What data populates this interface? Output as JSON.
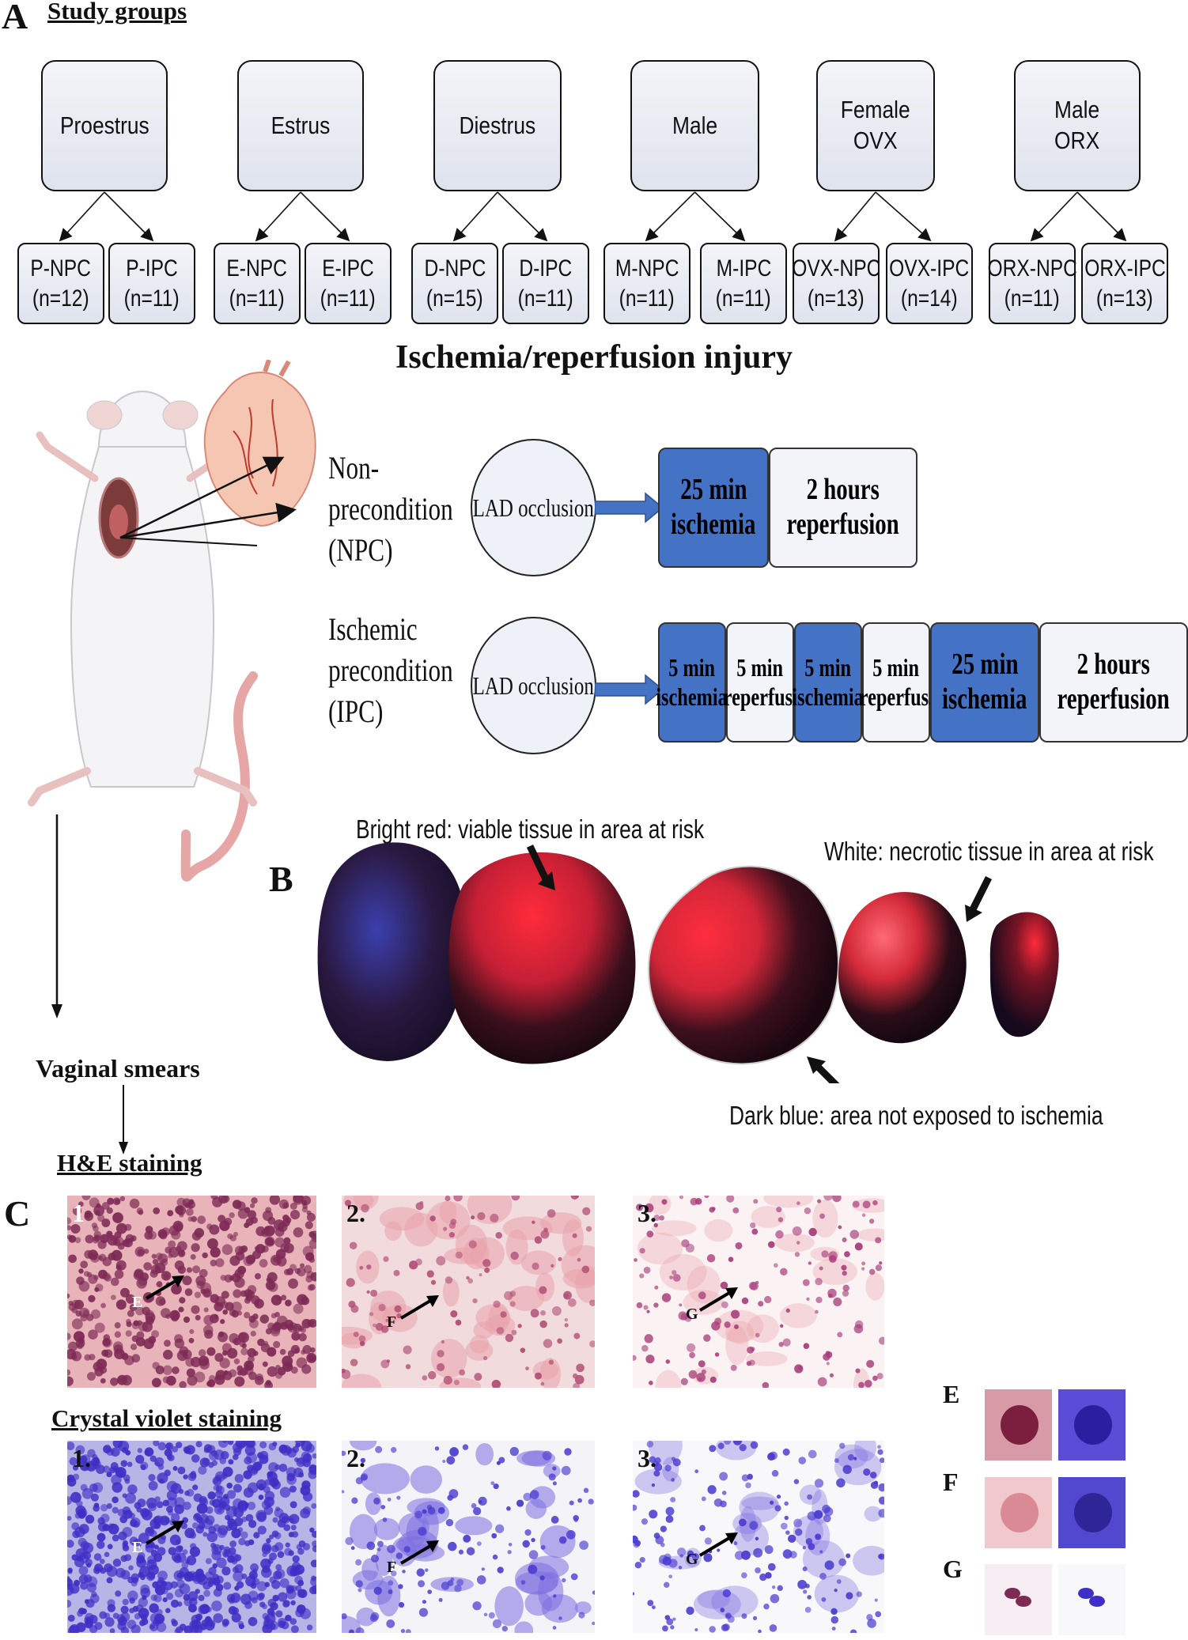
{
  "panelA": {
    "letter": "A",
    "heading": "Study groups",
    "groups": [
      {
        "label": "Proestrus",
        "subgroups": [
          {
            "name": "P-NPC",
            "n": "(n=12)"
          },
          {
            "name": "P-IPC",
            "n": "(n=11)"
          }
        ]
      },
      {
        "label": "Estrus",
        "subgroups": [
          {
            "name": "E-NPC",
            "n": "(n=11)"
          },
          {
            "name": "E-IPC",
            "n": "(n=11)"
          }
        ]
      },
      {
        "label": "Diestrus",
        "subgroups": [
          {
            "name": "D-NPC",
            "n": "(n=15)"
          },
          {
            "name": "D-IPC",
            "n": "(n=11)"
          }
        ]
      },
      {
        "label": "Male",
        "subgroups": [
          {
            "name": "M-NPC",
            "n": "(n=11)"
          },
          {
            "name": "M-IPC",
            "n": "(n=11)"
          }
        ]
      },
      {
        "label": "Female\nOVX",
        "subgroups": [
          {
            "name": "OVX-NPC",
            "n": "(n=13)"
          },
          {
            "name": "OVX-IPC",
            "n": "(n=14)"
          }
        ]
      },
      {
        "label": "Male\nORX",
        "subgroups": [
          {
            "name": "ORX-NPC",
            "n": "(n=11)"
          },
          {
            "name": "ORX-IPC",
            "n": "(n=13)"
          }
        ]
      }
    ],
    "ir_title": "Ischemia/reperfusion injury",
    "npc": {
      "label": [
        "Non-",
        "precondition",
        "(NPC)"
      ],
      "occlusion": "LAD occlusion",
      "segments": [
        {
          "text": "25 min\nischemia",
          "kind": "ischemia"
        },
        {
          "text": "2 hours\nreperfusion",
          "kind": "reperfusion"
        }
      ]
    },
    "ipc": {
      "label": [
        "Ischemic",
        "precondition",
        "(IPC)"
      ],
      "occlusion": "LAD occlusion",
      "segments": [
        {
          "text": "5 min\nischemia",
          "kind": "ischemia"
        },
        {
          "text": "5 min\nreperfus.",
          "kind": "reperfusion"
        },
        {
          "text": "5 min\nischemia",
          "kind": "ischemia"
        },
        {
          "text": "5 min\nreperfus.",
          "kind": "reperfusion"
        },
        {
          "text": "25 min\nischemia",
          "kind": "ischemia"
        },
        {
          "text": "2 hours\nreperfusion",
          "kind": "reperfusion"
        }
      ]
    },
    "vaginal_smears": "Vaginal smears",
    "he_heading": "H&E staining"
  },
  "panelB": {
    "letter": "B",
    "notes": {
      "bright_red": "Bright red: viable tissue in area at risk",
      "white": "White: necrotic tissue in area at risk",
      "dark_blue": "Dark blue: area not exposed to ischemia"
    }
  },
  "panelC": {
    "letter": "C",
    "crystal_heading": "Crystal violet staining",
    "he_images": [
      {
        "num": "1",
        "cell": "E"
      },
      {
        "num": "2.",
        "cell": "F"
      },
      {
        "num": "3.",
        "cell": "G"
      }
    ],
    "cv_images": [
      {
        "num": "1.",
        "cell": "E"
      },
      {
        "num": "2.",
        "cell": "F"
      },
      {
        "num": "3.",
        "cell": "G"
      }
    ],
    "insets": [
      "E",
      "F",
      "G"
    ]
  },
  "colors": {
    "ischemia": "#4472c4",
    "reperfusion": "#f2f4fa",
    "he_pink": "#e9a4ad",
    "cv_violet": "#6a5acd"
  }
}
